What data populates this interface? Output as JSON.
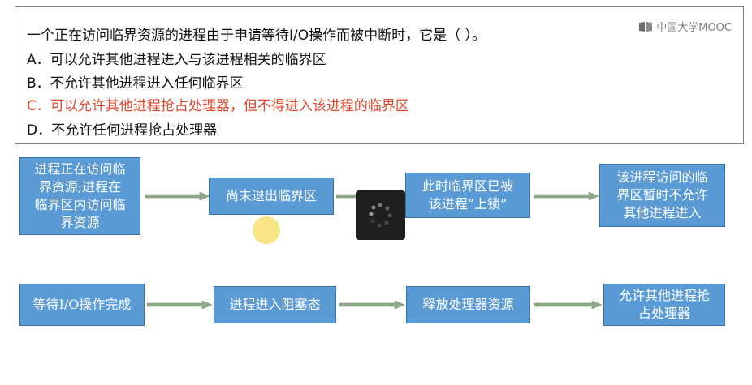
{
  "question": {
    "stem": "一个正在访问临界资源的进程由于申请等待I/O操作而被中断时，它是（    ）。",
    "options": [
      {
        "text": "A．可以允许其他进程进入与该进程相关的临界区",
        "correct": false
      },
      {
        "text": "B．不允许其他进程进入任何临界区",
        "correct": false
      },
      {
        "text": "C．可以允许其他进程抢占处理器，但不得进入该进程的临界区",
        "correct": true
      },
      {
        "text": "D．不允许任何进程抢占处理器",
        "correct": false
      }
    ]
  },
  "logo": {
    "text": "中国大学MOOC"
  },
  "flow": {
    "row1": [
      "进程正在访问临\n界资源;进程在\n临界区内访问临\n界资源",
      "尚未退出临界区",
      "此时临界区已被\n该进程“上锁”",
      "该进程访问的临\n界区暂时不允许\n其他进程进入"
    ],
    "row2": [
      "等待I/O操作完成",
      "进程进入阻塞态",
      "释放处理器资源",
      "允许其他进程抢\n占处理器"
    ]
  },
  "colors": {
    "box_fill": "#5b9bd5",
    "box_border": "#3a6fa8",
    "arrow": "#8fa88a",
    "correct_option": "#e0472d"
  }
}
